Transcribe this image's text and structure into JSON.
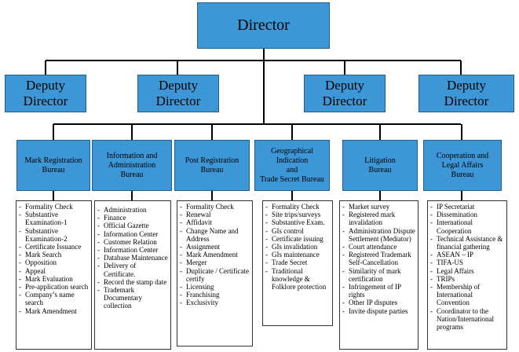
{
  "director": "Director",
  "deputies": [
    {
      "line1": "Deputy",
      "line2": "Director"
    },
    {
      "line1": "Deputy",
      "line2": "Director"
    },
    {
      "line1": "Deputy",
      "line2": "Director"
    },
    {
      "line1": "Deputy",
      "line2": "Director"
    }
  ],
  "bureaus": [
    {
      "title": [
        "Mark Registration",
        "Bureau"
      ],
      "items": [
        "Formality Check",
        "Substantive Examination-1",
        "Substantive Examination-2",
        "Certificate Issuance",
        "Mark Search",
        "Opposition",
        "Appeal",
        "Mark Evaluation",
        "Pre-application search",
        "Company’s name search",
        "Mark Amendment"
      ]
    },
    {
      "title": [
        "Information and",
        "Administration",
        "Bureau"
      ],
      "items": [
        "Administration",
        "Finance",
        "Official Gazette",
        "Information Center",
        "Customer Relation",
        "Information Center",
        "Database Maintenance",
        "Delivery of Certificate.",
        "Record the stamp date",
        "Trademark Documentary collection"
      ]
    },
    {
      "title": [
        "Post  Registration",
        "Bureau"
      ],
      "items": [
        "Formality Check",
        "Renewal",
        "Affidavit",
        "Change Name and Address",
        "Assignment",
        "Mark Amendment",
        "Merger",
        "Duplicate / Certificate certify",
        "Licensing",
        "Franchising",
        "Exclusivity"
      ]
    },
    {
      "title": [
        "Geographical",
        "Indication",
        "and",
        "Trade Secret Bureau"
      ],
      "items": [
        "Formality Check",
        "Site trips/surveys",
        "Substantive Exam.",
        "GIs control",
        "Certificate issuing",
        "GIs invalidation",
        "GIs maintenance",
        "Trade Secret",
        "Traditional knowledge & Folklore protection"
      ]
    },
    {
      "title": [
        "Litigation",
        "Bureau"
      ],
      "items": [
        "Market survey",
        "Registered mark invalidation",
        "Administration Dispute Settlement (Mediator)",
        "Court attendance",
        "Registered Trademark Self-Cancellation",
        "Similarity of mark certification",
        "Infringement of IP rights",
        "Other IP disputes",
        "Invite dispute parties"
      ]
    },
    {
      "title": [
        "Cooperation and",
        "Legal Affairs",
        "Bureau"
      ],
      "items": [
        "IP Secretariat",
        "Dissemination",
        "International Cooperation",
        "Technical Assistance & financial gathering",
        "ASEAN – IP",
        "TIFA-US",
        "Legal Affairs",
        "TRIPs",
        "Membership of International Convention",
        "Coordinator to the Nation/International programs"
      ]
    }
  ]
}
